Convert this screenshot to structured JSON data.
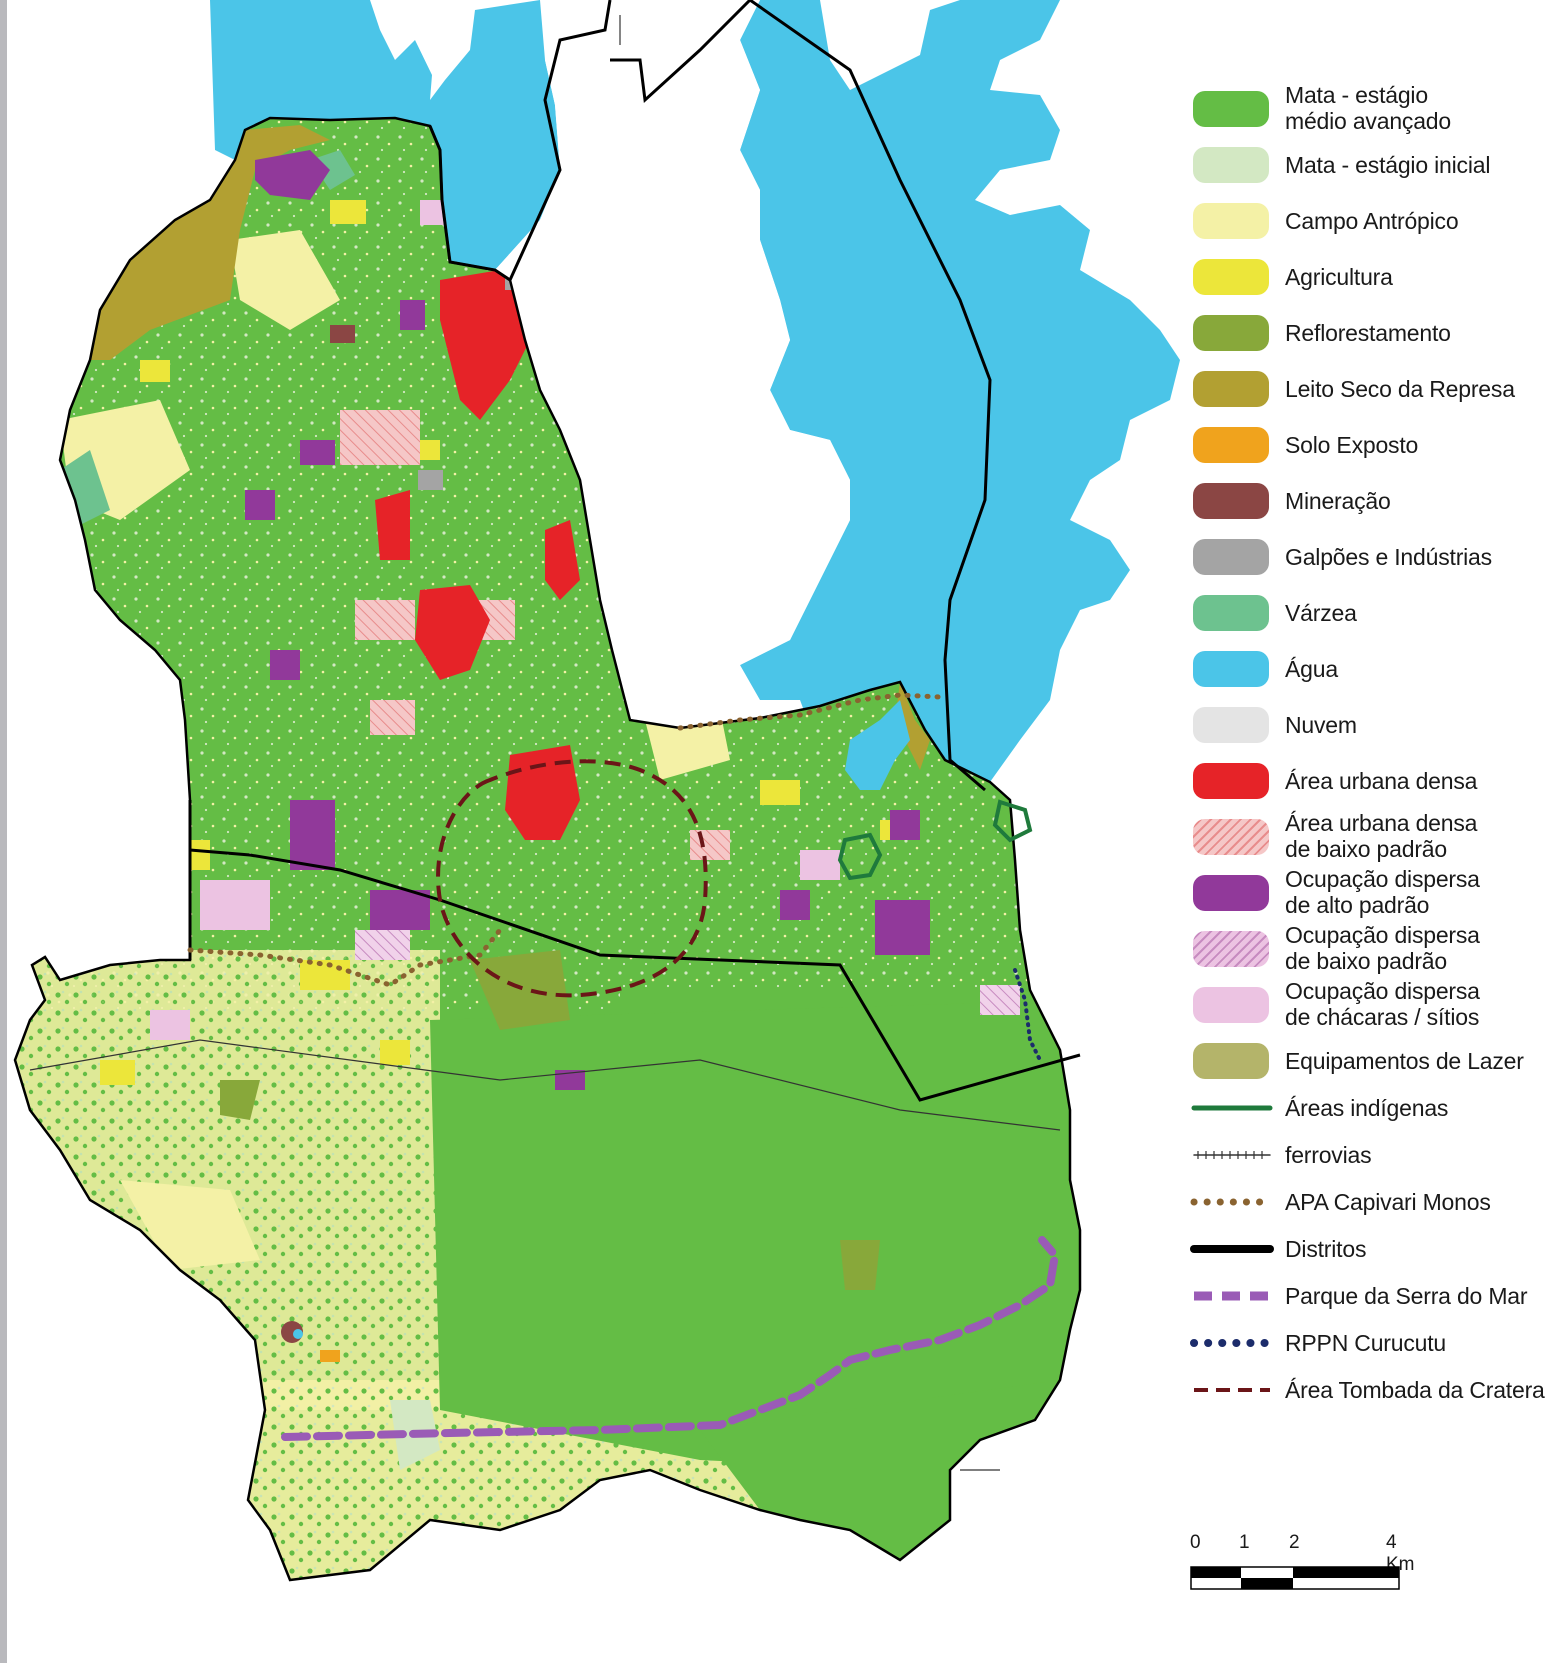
{
  "legend": {
    "items": [
      {
        "label_line1": "Mata - estágio",
        "label_line2": "médio avançado",
        "color": "#64bd45"
      },
      {
        "label_line1": "Mata - estágio inicial",
        "label_line2": "",
        "color": "#d3e8c3"
      },
      {
        "label_line1": "Campo Antrópico",
        "label_line2": "",
        "color": "#f4f1a6"
      },
      {
        "label_line1": "Agricultura",
        "label_line2": "",
        "color": "#ece63a"
      },
      {
        "label_line1": "Reflorestamento",
        "label_line2": "",
        "color": "#88a83a"
      },
      {
        "label_line1": "Leito Seco da Represa",
        "label_line2": "",
        "color": "#b2a032"
      },
      {
        "label_line1": "Solo Exposto",
        "label_line2": "",
        "color": "#f0a31d"
      },
      {
        "label_line1": "Mineração",
        "label_line2": "",
        "color": "#8b4644"
      },
      {
        "label_line1": "Galpões e Indústrias",
        "label_line2": "",
        "color": "#a4a4a4"
      },
      {
        "label_line1": "Várzea",
        "label_line2": "",
        "color": "#6dc28f"
      },
      {
        "label_line1": "Água",
        "label_line2": "",
        "color": "#4bc5e8"
      },
      {
        "label_line1": "Nuvem",
        "label_line2": "",
        "color": "#e4e4e4"
      },
      {
        "label_line1": "Área urbana densa",
        "label_line2": "",
        "color": "#e62328"
      },
      {
        "label_line1": "Área urbana densa",
        "label_line2": "de baixo padrão",
        "color": "#f5c7c7",
        "hatched": true
      },
      {
        "label_line1": "Ocupação dispersa",
        "label_line2": "de alto padrão",
        "color": "#91399a"
      },
      {
        "label_line1": "Ocupação dispersa",
        "label_line2": "de baixo padrão",
        "color": "#ecc3e2",
        "hatched": true
      },
      {
        "label_line1": "Ocupação dispersa",
        "label_line2": "de chácaras / sítios",
        "color": "#ecc3e2"
      },
      {
        "label_line1": "Equipamentos de Lazer",
        "label_line2": "",
        "color": "#b4b46a"
      }
    ],
    "lines": [
      {
        "label": "Áreas indígenas",
        "style": "solid",
        "color": "#1f7a3c"
      },
      {
        "label": "ferrovias",
        "style": "railway",
        "color": "#333333"
      },
      {
        "label": "APA Capivari Monos",
        "style": "dotted",
        "color": "#8a6330"
      },
      {
        "label": "Distritos",
        "style": "thick-solid",
        "color": "#000000"
      },
      {
        "label": "Parque da Serra do Mar",
        "style": "dashed",
        "color": "#9a5bb6"
      },
      {
        "label": "RPPN Curucutu",
        "style": "dotted-dense",
        "color": "#1c2c6b"
      },
      {
        "label": "Área Tombada da Cratera",
        "style": "dashed-thin",
        "color": "#6b1518"
      }
    ]
  },
  "scale": {
    "ticks": [
      "0",
      "1",
      "2",
      "4 Km"
    ]
  }
}
